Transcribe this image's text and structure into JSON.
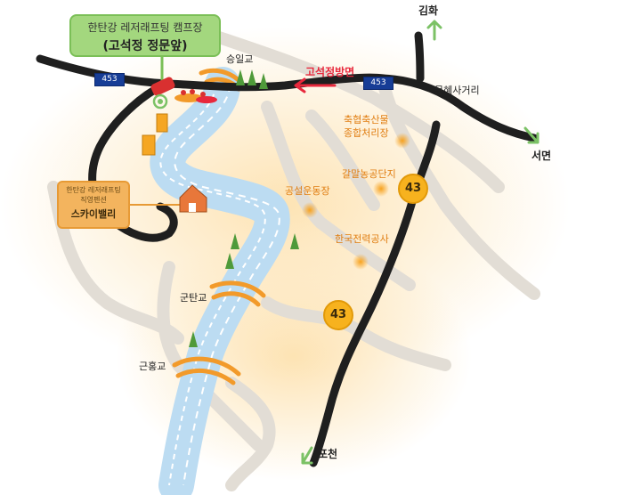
{
  "destinations": {
    "north": "김화",
    "east": "서면",
    "south": "포천"
  },
  "routes": {
    "road_453_left": "453",
    "road_453_right": "453",
    "road_43_upper": "43",
    "road_43_lower": "43"
  },
  "callouts": {
    "campsite": {
      "line1": "한탄강 레저래프팅 캠프장",
      "line2": "(고석정 정문앞)"
    },
    "pension": {
      "line1": "한탄강 레저래프팅",
      "line2": "직영펜션",
      "line3": "스카이밸리"
    }
  },
  "direction_label": "고석정방면",
  "bridges": {
    "seungil": "승일교",
    "guntan": "군탄교",
    "geunhong": "근홍교"
  },
  "landmarks": {
    "munhye": "문혜사거리",
    "livestock_line1": "축협축산물",
    "livestock_line2": "종합처리장",
    "galmal": "갈말농공단지",
    "gongseol": "공설운동장",
    "kepco": "한국전력공사"
  },
  "colors": {
    "road": "#1f1f1f",
    "river": "#bcdcf2",
    "river_edge": "#ffffff",
    "hill": "#e8e2d8",
    "glow": "#fde7bf",
    "direction_arrow": "#e8283c",
    "destination_arrow": "#7cc266",
    "route_shield": "#173d96",
    "route_circle": "#f7b21e"
  }
}
